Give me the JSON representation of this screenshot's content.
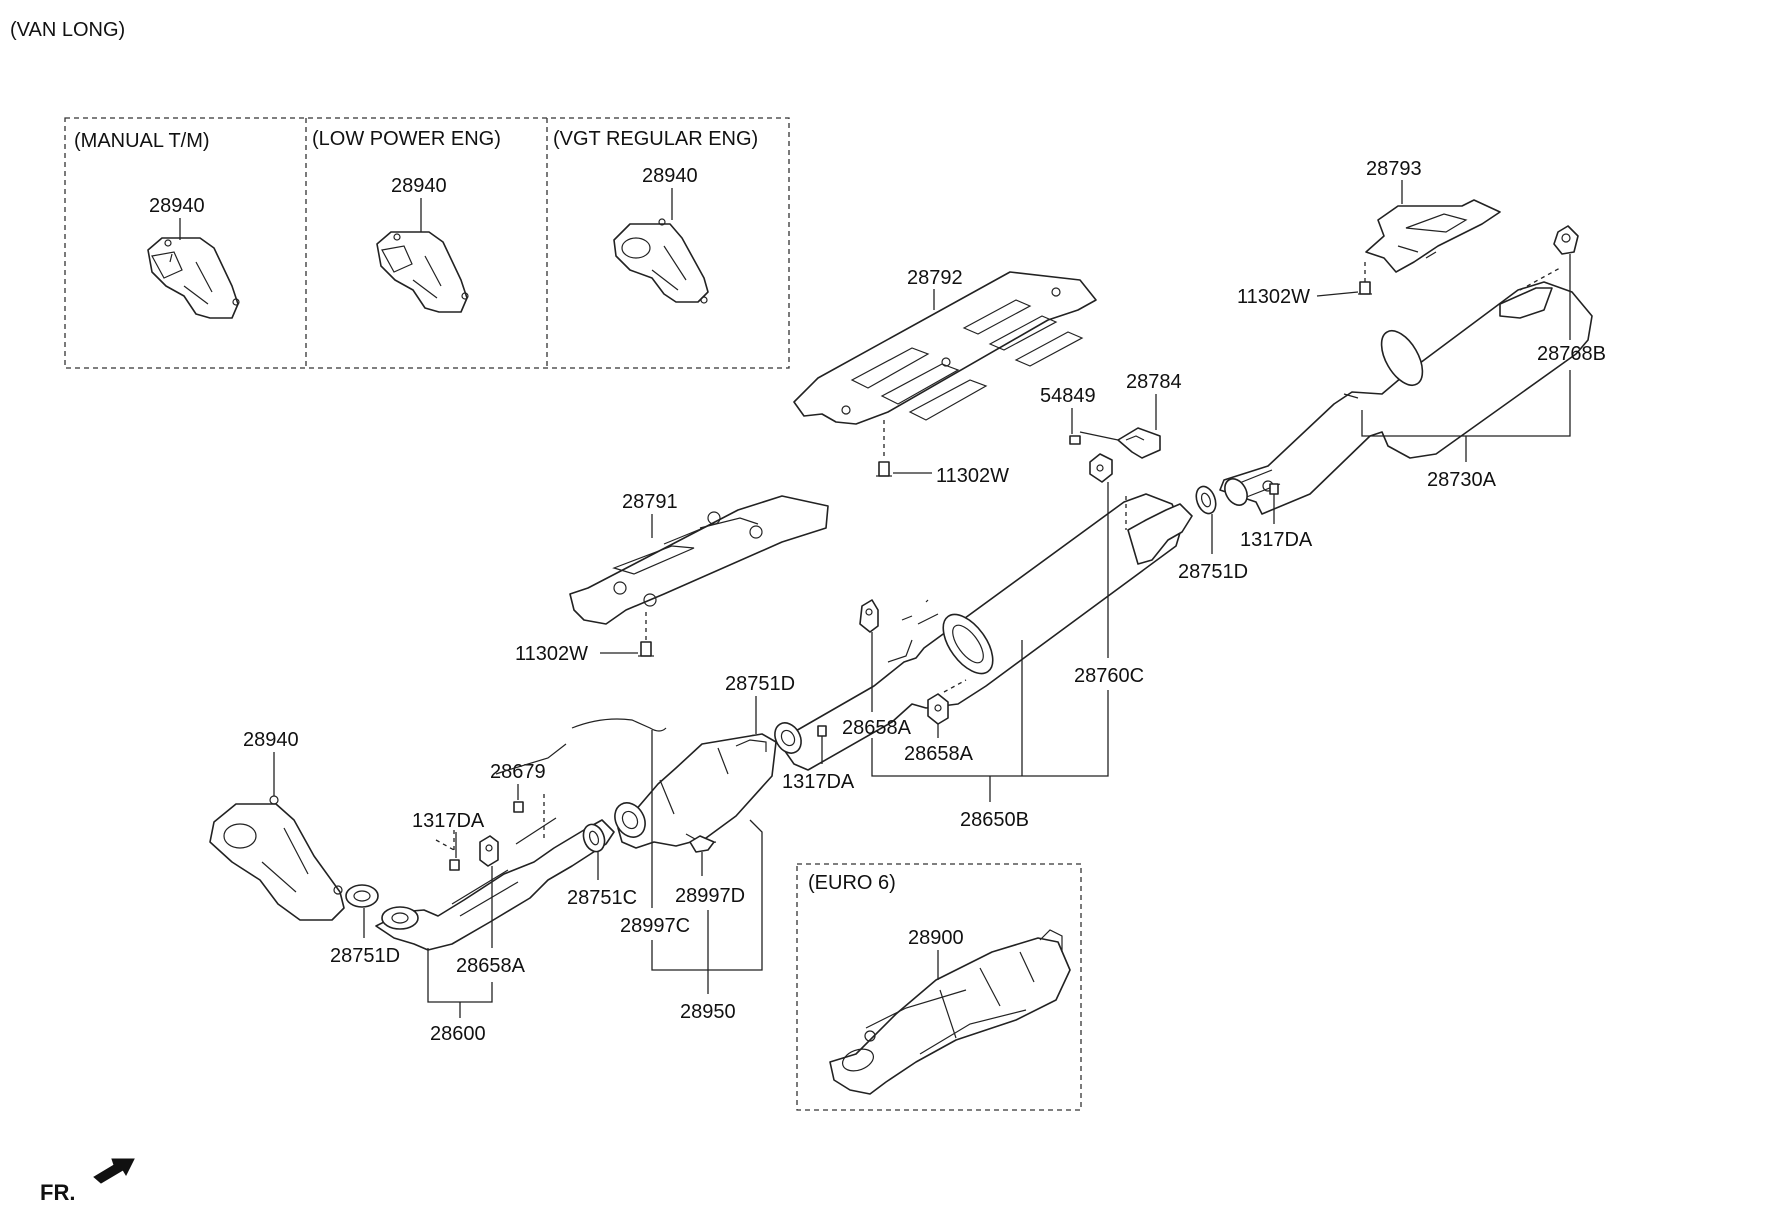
{
  "header": {
    "variant_label": "(VAN LONG)"
  },
  "variant_boxes": {
    "manual_tm": {
      "title": "(MANUAL T/M)",
      "part": "28940"
    },
    "low_power": {
      "title": "(LOW POWER  ENG)",
      "part": "28940"
    },
    "vgt_regular": {
      "title": "(VGT REGULAR ENG)",
      "part": "28940"
    },
    "euro6": {
      "title": "(EURO 6)",
      "part": "28900"
    }
  },
  "callouts": {
    "p28793": "28793",
    "p11302w_top": "11302W",
    "p28768b": "28768B",
    "p28730a": "28730A",
    "p1317da_right": "1317DA",
    "p28792": "28792",
    "p11302w_mid": "11302W",
    "p54849": "54849",
    "p28784": "28784",
    "p28751d_right": "28751D",
    "p28791": "28791",
    "p11302w_left": "11302W",
    "p28760c": "28760C",
    "p28751d_center": "28751D",
    "p28658a_upper": "28658A",
    "p28658a_mid": "28658A",
    "p1317da_center": "1317DA",
    "p28650b": "28650B",
    "p28940_main": "28940",
    "p28679": "28679",
    "p1317da_left": "1317DA",
    "p28751c": "28751C",
    "p28997d": "28997D",
    "p28997c": "28997C",
    "p28751d_left": "28751D",
    "p28658a_left": "28658A",
    "p28950": "28950",
    "p28600": "28600"
  },
  "footer": {
    "front_marker": "FR."
  }
}
